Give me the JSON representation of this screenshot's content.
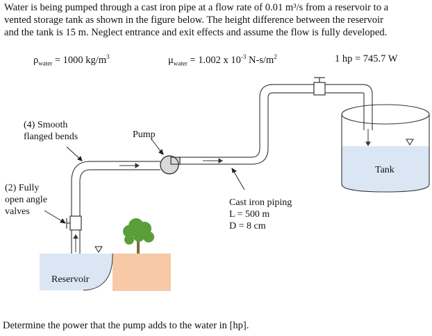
{
  "problem": {
    "line1": "Water is being pumped through a cast iron pipe at a flow rate of 0.01 m³/s from a reservoir to a",
    "line2": "vented storage tank as shown in the figure below. The height difference between the reservoir",
    "line3": "and the tank is 15 m. Neglect entrance and exit effects and assume the flow is fully developed."
  },
  "givens": {
    "rho_symbol": "ρ",
    "rho_sub": "water",
    "rho_value": " = 1000 kg/m",
    "rho_exp": "3",
    "mu_symbol": "μ",
    "mu_sub": "water",
    "mu_value": " = 1.002 x 10",
    "mu_exp": "-3",
    "mu_unit": " N-s/m",
    "mu_unit_exp": "2",
    "hp": "1 hp = 745.7 W"
  },
  "labels": {
    "bends_line1": "(4) Smooth",
    "bends_line2": "flanged bends",
    "pump": "Pump",
    "valves_line1": "(2) Fully",
    "valves_line2": "open angle",
    "valves_line3": "valves",
    "piping_line1": "Cast iron piping",
    "piping_line2": "L = 500 m",
    "piping_line3": "D = 8 cm",
    "reservoir": "Reservoir",
    "tank": "Tank"
  },
  "question": "Determine the power that the pump adds to the water in [hp].",
  "colors": {
    "water": "#dbe6f4",
    "ground": "#f7c9a6",
    "tree": "#5a9e3a",
    "trunk": "#7a6b3a",
    "pipe": "#444444"
  }
}
